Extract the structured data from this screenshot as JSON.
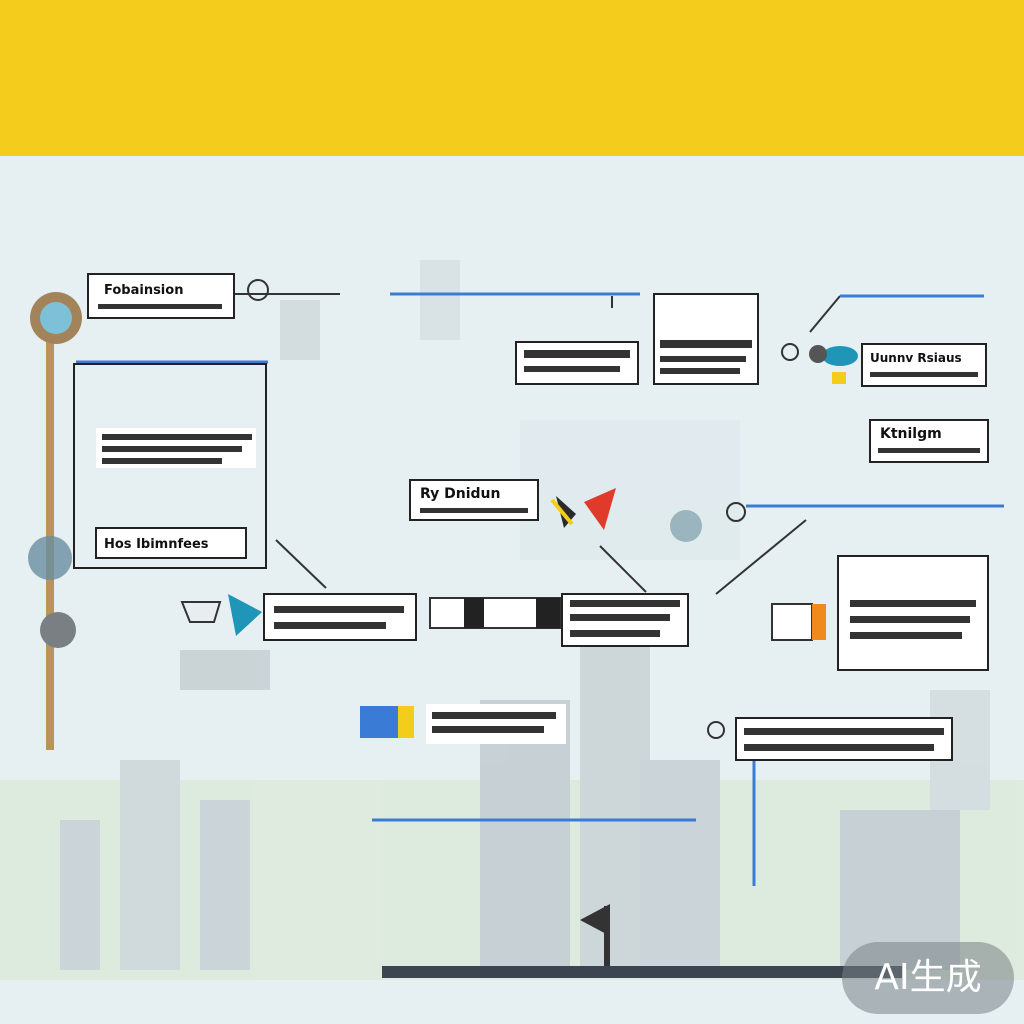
{
  "header": {
    "title": "",
    "subtitle": ""
  },
  "colors": {
    "banner": "#f4cc1c",
    "background": "#e6f0f3",
    "connector_blue": "#3a7bd5",
    "box_border": "#222222",
    "accent_red": "#e03a2a",
    "accent_teal": "#1f95b8",
    "accent_orange": "#f08a1c",
    "accent_yellow": "#f4cc1c"
  },
  "diagram": {
    "boxes": [
      {
        "id": "box-1",
        "label": "Fobainsion",
        "lines": 1
      },
      {
        "id": "box-2",
        "label": "",
        "lines": 3
      },
      {
        "id": "box-3",
        "label": "Hos Ibimnfees",
        "lines": 1
      },
      {
        "id": "box-4",
        "label": "Ry Dnidun",
        "lines": 1
      },
      {
        "id": "box-5",
        "label": "",
        "lines": 2
      },
      {
        "id": "box-6",
        "label": "",
        "lines": 2
      },
      {
        "id": "box-7",
        "label": "Uunnv Rsiaus",
        "lines": 1
      },
      {
        "id": "box-8",
        "label": "Ktnilgm",
        "lines": 1
      },
      {
        "id": "box-9",
        "label": "",
        "lines": 2
      },
      {
        "id": "box-10",
        "label": "",
        "lines": 2
      },
      {
        "id": "box-11",
        "label": "",
        "lines": 3
      },
      {
        "id": "box-12",
        "label": "",
        "lines": 2
      },
      {
        "id": "box-13",
        "label": "",
        "lines": 1
      }
    ]
  },
  "badge": {
    "label": "AI生成"
  }
}
